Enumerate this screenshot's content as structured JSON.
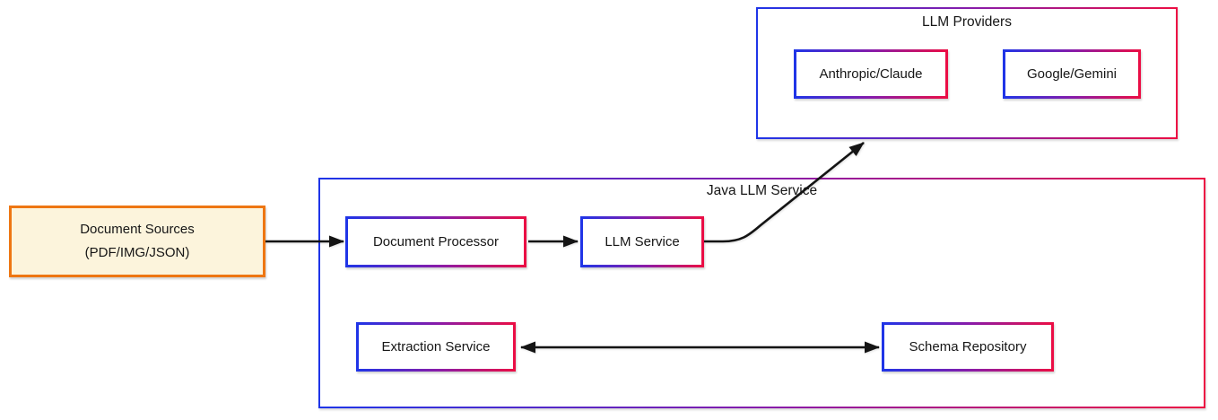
{
  "diagram": {
    "type": "architecture-flowchart",
    "background": "#FFFFFF"
  },
  "containers": {
    "java_llm_service": {
      "label": "Java LLM Service"
    },
    "llm_providers": {
      "label": "LLM Providers"
    }
  },
  "nodes": {
    "document_sources": {
      "label_line1": "Document Sources",
      "label_line2": "(PDF/IMG/JSON)"
    },
    "document_processor": {
      "label": "Document Processor"
    },
    "llm_service": {
      "label": "LLM Service"
    },
    "extraction_service": {
      "label": "Extraction Service"
    },
    "schema_repository": {
      "label": "Schema Repository"
    },
    "anthropic_claude": {
      "label": "Anthropic/Claude"
    },
    "google_gemini": {
      "label": "Google/Gemini"
    }
  },
  "edges": [
    {
      "from": "document_sources",
      "to": "document_processor",
      "direction": "unidirectional"
    },
    {
      "from": "document_processor",
      "to": "llm_service",
      "direction": "unidirectional"
    },
    {
      "from": "llm_service",
      "to": "llm_providers",
      "direction": "unidirectional"
    },
    {
      "from": "extraction_service",
      "to": "schema_repository",
      "direction": "bidirectional"
    }
  ],
  "colors": {
    "node_border_gradient_start": "#1E35E8",
    "node_border_gradient_mid": "#8A1BA8",
    "node_border_gradient_end": "#EC0D43",
    "source_node_border": "#EE7612",
    "source_node_fill": "#FCF4DC",
    "node_fill": "#FFFFFF",
    "arrow": "#141414",
    "text": "#161616"
  }
}
